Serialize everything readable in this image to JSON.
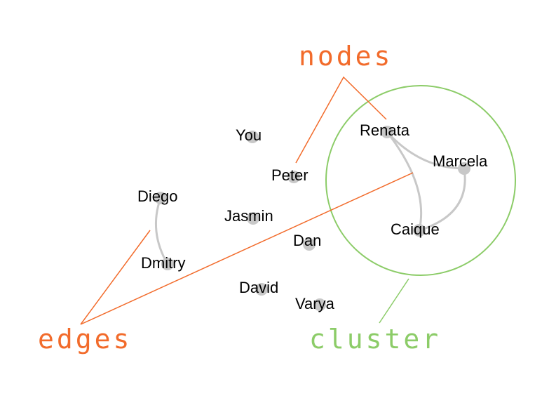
{
  "colors": {
    "annotation": "#f26b2b",
    "cluster": "#8ccc68",
    "node": "#c8c8c8",
    "edge": "#c8c8c8"
  },
  "callouts": {
    "nodes": "nodes",
    "edges": "edges",
    "cluster": "cluster"
  },
  "nodes": [
    {
      "id": "you",
      "label": "You"
    },
    {
      "id": "peter",
      "label": "Peter"
    },
    {
      "id": "diego",
      "label": "Diego"
    },
    {
      "id": "jasmin",
      "label": "Jasmin"
    },
    {
      "id": "dan",
      "label": "Dan"
    },
    {
      "id": "dmitry",
      "label": "Dmitry"
    },
    {
      "id": "david",
      "label": "David"
    },
    {
      "id": "varya",
      "label": "Varya"
    },
    {
      "id": "renata",
      "label": "Renata"
    },
    {
      "id": "marcela",
      "label": "Marcela"
    },
    {
      "id": "caique",
      "label": "Caique"
    }
  ],
  "edges": [
    {
      "from": "diego",
      "to": "dmitry"
    },
    {
      "from": "renata",
      "to": "marcela"
    },
    {
      "from": "renata",
      "to": "caique"
    },
    {
      "from": "marcela",
      "to": "caique"
    }
  ]
}
